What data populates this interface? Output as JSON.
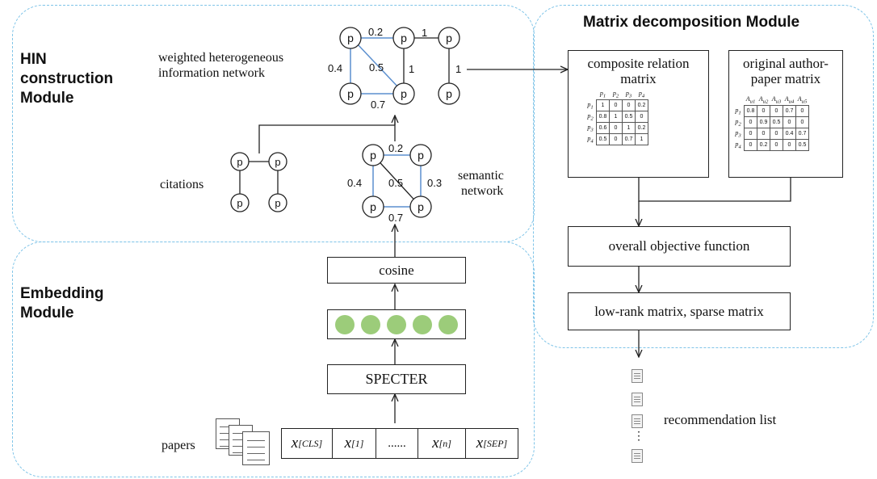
{
  "modules": {
    "hin_title": [
      "HIN",
      "construction",
      "Module"
    ],
    "embedding_title": [
      "Embedding",
      "Module"
    ],
    "matrix_title": "Matrix decomposition Module"
  },
  "hin": {
    "weighted_label": [
      "weighted heterogeneous",
      "information network"
    ],
    "citations_label": "citations",
    "semantic_label": [
      "semantic",
      "network"
    ],
    "node_label": "p",
    "weighted_edges": [
      "0.2",
      "1",
      "0.4",
      "0.5",
      "1",
      "1",
      "0.7"
    ],
    "semantic_edges": [
      "0.2",
      "0.4",
      "0.5",
      "0.3",
      "0.7"
    ]
  },
  "embedding": {
    "cosine": "cosine",
    "specter": "SPECTER",
    "papers_label": "papers",
    "tokens": [
      {
        "base": "x",
        "sub": "[CLS]"
      },
      {
        "base": "x",
        "sub": "[1]"
      },
      {
        "base": "......",
        "sub": ""
      },
      {
        "base": "x",
        "sub": "[n]"
      },
      {
        "base": "x",
        "sub": "[SEP]"
      }
    ]
  },
  "matrix": {
    "composite_title": [
      "composite relation",
      "matrix"
    ],
    "original_title": [
      "original author-",
      "paper matrix"
    ],
    "composite_cols": [
      "p1",
      "p2",
      "p3",
      "p4"
    ],
    "composite_rows": [
      "p1",
      "p2",
      "p3",
      "p4"
    ],
    "composite_values": [
      [
        "1",
        "0",
        "0",
        "0.2"
      ],
      [
        "0.8",
        "1",
        "0.5",
        "0"
      ],
      [
        "0.6",
        "0",
        "1",
        "0.2"
      ],
      [
        "0.5",
        "0",
        "0.7",
        "1"
      ]
    ],
    "original_cols": [
      "Au1",
      "Au2",
      "Au3",
      "Au4",
      "Au5"
    ],
    "original_rows": [
      "p1",
      "p2",
      "p3",
      "p4"
    ],
    "original_values": [
      [
        "0.8",
        "0",
        "0",
        "0.7",
        "0"
      ],
      [
        "0",
        "0.9",
        "0.5",
        "0",
        "0"
      ],
      [
        "0",
        "0",
        "0",
        "0.4",
        "0.7"
      ],
      [
        "0",
        "0.2",
        "0",
        "0",
        "0.5"
      ]
    ],
    "objective": "overall objective function",
    "lowrank": "low-rank matrix, sparse matrix",
    "recommendation": "recommendation list",
    "dots": "⋮"
  },
  "colors": {
    "module_border": "#7fc4e8",
    "node_fill": "#9ccc7a",
    "semantic_edge": "#5b8fcf"
  }
}
